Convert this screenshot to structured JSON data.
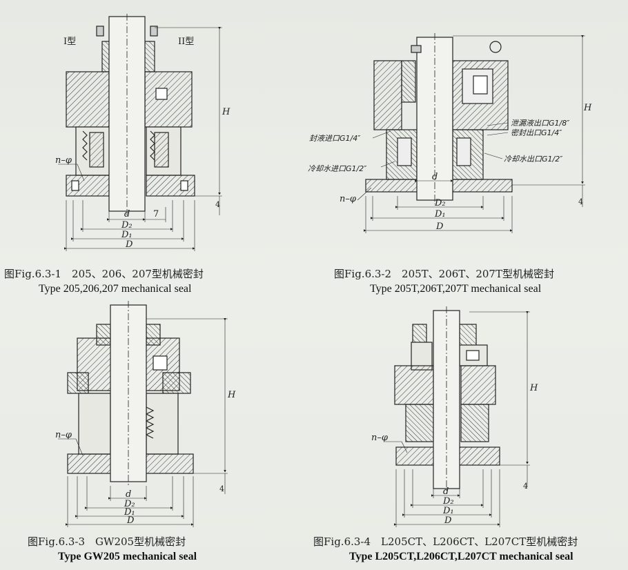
{
  "figures": [
    {
      "type_labels": [
        "I型",
        "II型"
      ],
      "dims": {
        "H": "H",
        "d": "d",
        "D2": "D₂",
        "D1": "D₁",
        "D": "D",
        "n_phi": "n–φ",
        "seven": "7",
        "four": "4"
      },
      "caption_cn": "图Fig.6.3-1　205、206、207型机械密封",
      "caption_en": "Type 205,206,207 mechanical seal"
    },
    {
      "dims": {
        "H": "H",
        "d": "d",
        "D2": "D₂",
        "D1": "D₁",
        "D": "D",
        "n_phi": "n–φ",
        "four": "4"
      },
      "ports": {
        "seal_in": "封液进口G1/4″",
        "cool_in": "冷却水进口G1/2″",
        "leak_out": "泄漏液出口G1/8″",
        "seal_out": "密封出口G1/4″",
        "cool_out": "冷却水出口G1/2″"
      },
      "caption_cn": "图Fig.6.3-2　205T、206T、207T型机械密封",
      "caption_en": "Type 205T,206T,207T mechanical seal"
    },
    {
      "dims": {
        "H": "H",
        "d": "d",
        "D2": "D₂",
        "D1": "D₁",
        "D": "D",
        "n_phi": "n–φ",
        "four": "4"
      },
      "caption_cn": "图Fig.6.3-3　GW205型机械密封",
      "caption_en": "Type GW205 mechanical seal"
    },
    {
      "dims": {
        "H": "H",
        "d": "d",
        "D2": "D₂",
        "D1": "D₁",
        "D": "D",
        "n_phi": "n–φ",
        "four": "4"
      },
      "caption_cn": "图Fig.6.3-4　L205CT、L206CT、L207CT型机械密封",
      "caption_en": "Type L205CT,L206CT,L207CT mechanical seal"
    }
  ]
}
